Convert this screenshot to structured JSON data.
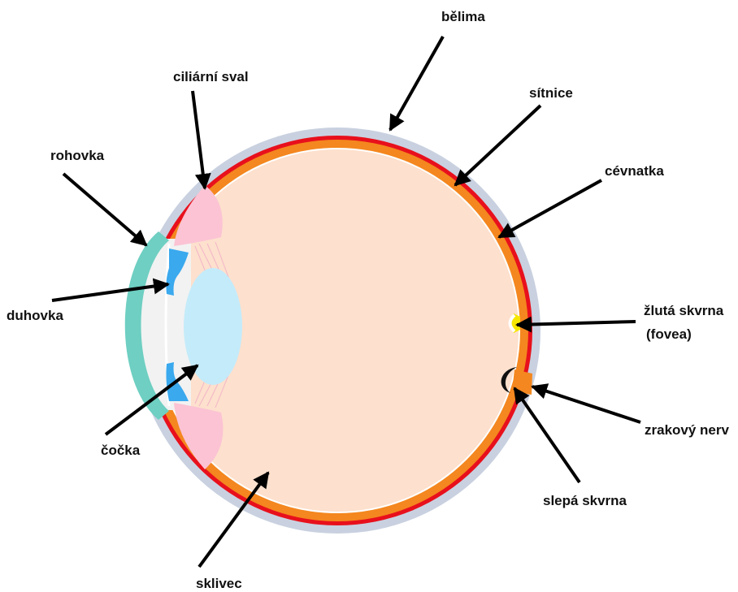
{
  "labels": {
    "belima": "bělima",
    "sitnice": "sítnice",
    "cevnatka": "cévnatka",
    "ciliarni_sval": "ciliární sval",
    "rohovka": "rohovka",
    "duhovka": "duhovka",
    "cocka": "čočka",
    "sklivec": "sklivec",
    "zluta_skvrna_1": "žlutá skvrna",
    "zluta_skvrna_2": "(fovea)",
    "zrakovy_nerv": "zrakový nerv",
    "slepa_skvrna": "slepá skvrna"
  },
  "colors": {
    "sclera": "#c9d1e0",
    "choroid": "#f4871f",
    "retina": "#e8101c",
    "vitreous": "#fde0cd",
    "cornea": "#6ecfc2",
    "iris": "#3aa9ee",
    "lens": "#c4ebfa",
    "ciliary_muscle": "#fbc3d4",
    "anterior_chamber": "#f2f2f2",
    "fovea": "#f7e600",
    "optic_nerve": "#f4871f",
    "blind_spot": "#111111",
    "arrow": "#000000"
  }
}
